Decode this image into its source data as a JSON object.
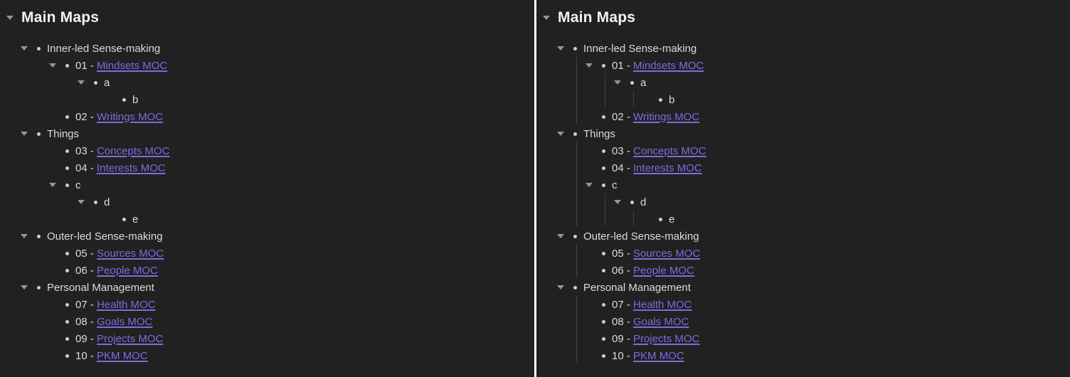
{
  "heading": {
    "text": "Main Maps",
    "collapse_icon": "triangle-down-icon"
  },
  "separator": " - ",
  "panels": [
    {
      "key": "left",
      "name": "outline-panel-without-guides",
      "show_guides": false
    },
    {
      "key": "right",
      "name": "outline-panel-with-guides",
      "show_guides": true
    }
  ],
  "colors": {
    "background": "#212121",
    "text": "#dcdcdc",
    "heading": "#f2f2f2",
    "link": "#7b6ce0",
    "bullet": "#cfcfcf",
    "collapse_arrow": "#969696",
    "divider": "#ffffff",
    "indent_guide": "#2a4a68"
  },
  "tree": [
    {
      "label": "Inner-led Sense-making",
      "children": [
        {
          "prefix": "01",
          "link": "Mindsets MOC",
          "children": [
            {
              "label": "a",
              "children": [
                {
                  "label": "b"
                }
              ]
            }
          ]
        },
        {
          "prefix": "02",
          "link": "Writings MOC"
        }
      ]
    },
    {
      "label": "Things",
      "children": [
        {
          "prefix": "03",
          "link": "Concepts MOC"
        },
        {
          "prefix": "04",
          "link": "Interests MOC"
        },
        {
          "label": "c",
          "children": [
            {
              "label": "d",
              "children": [
                {
                  "label": "e"
                }
              ]
            }
          ]
        }
      ]
    },
    {
      "label": "Outer-led Sense-making",
      "children": [
        {
          "prefix": "05",
          "link": "Sources MOC"
        },
        {
          "prefix": "06",
          "link": "People MOC"
        }
      ]
    },
    {
      "label": "Personal Management",
      "children": [
        {
          "prefix": "07",
          "link": "Health MOC"
        },
        {
          "prefix": "08",
          "link": "Goals MOC"
        },
        {
          "prefix": "09",
          "link": "Projects MOC"
        },
        {
          "prefix": "10",
          "link": "PKM MOC"
        }
      ]
    }
  ]
}
